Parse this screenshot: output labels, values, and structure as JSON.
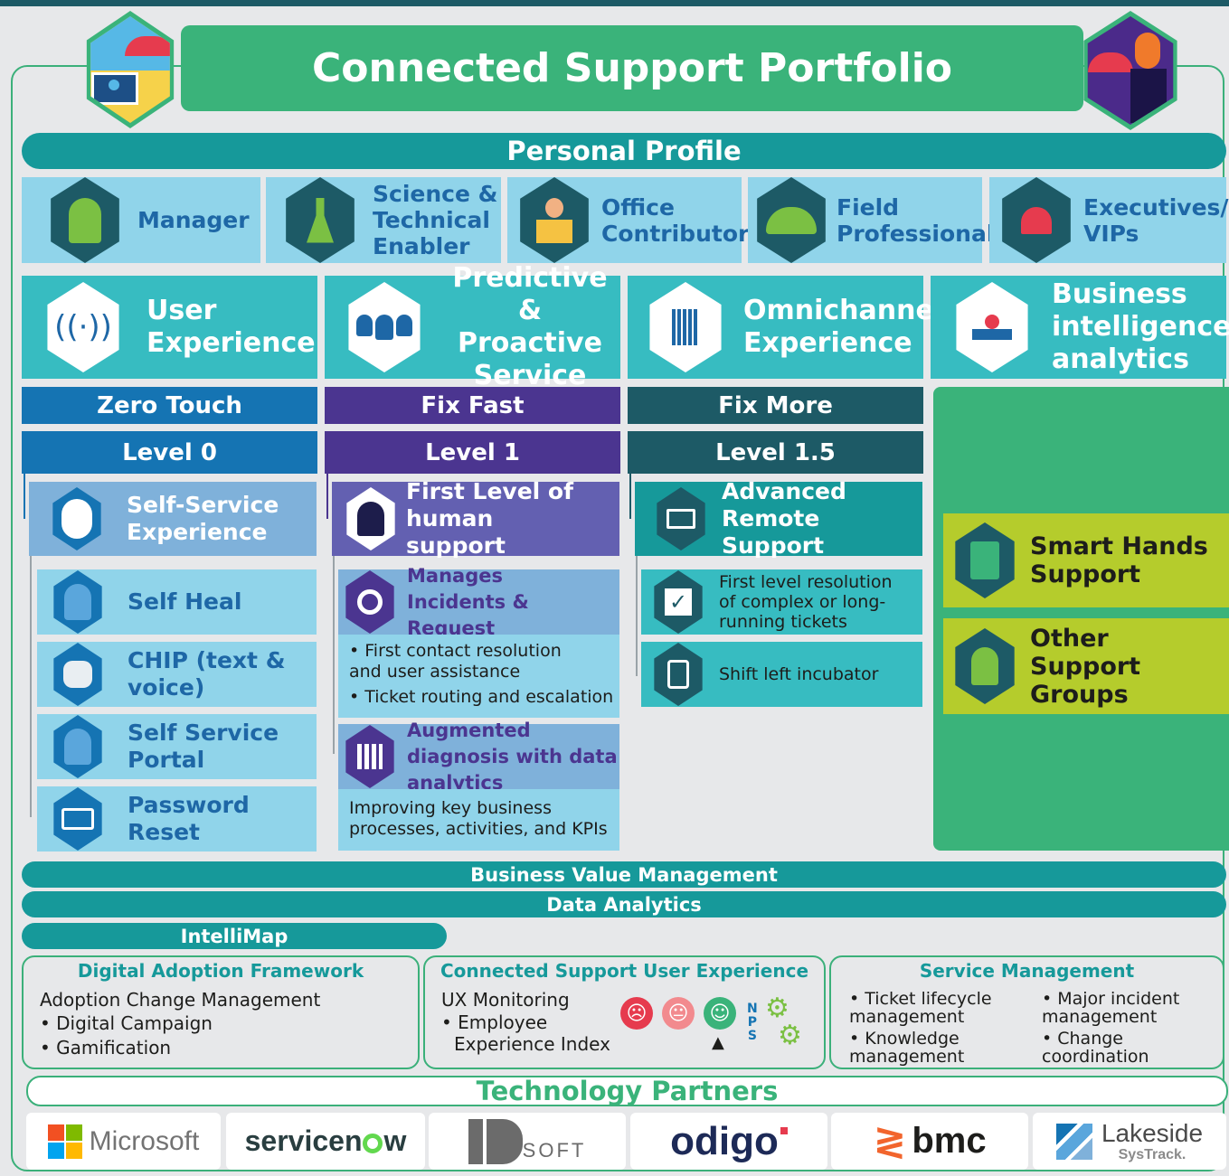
{
  "header": {
    "title": "Connected Support Portfolio"
  },
  "personal_profile": {
    "title": "Personal Profile",
    "items": [
      {
        "label": "Manager",
        "icon": "manager-icon"
      },
      {
        "label": "Science & Technical Enabler",
        "icon": "flask-icon"
      },
      {
        "label": "Office Contributor",
        "icon": "office-worker-icon"
      },
      {
        "label": "Field Professional",
        "icon": "hard-hat-icon"
      },
      {
        "label": "Executives/ VIPs",
        "icon": "alarm-light-icon"
      }
    ]
  },
  "capabilities": [
    {
      "label": "User Experience",
      "icon": "antenna-icon"
    },
    {
      "label": "Predictive & Proactive Service",
      "icon": "people-group-icon"
    },
    {
      "label": "Omnichannel Experience",
      "icon": "building-signal-icon"
    },
    {
      "label": "Business intelligence analytics",
      "icon": "meeting-icon"
    }
  ],
  "columns": {
    "zero_touch": {
      "header": "Zero Touch",
      "level": "Level 0",
      "tier": "Self-Service Experience",
      "items": [
        "Self Heal",
        "CHIP (text & voice)",
        "Self Service Portal",
        "Password Reset"
      ]
    },
    "fix_fast": {
      "header": "Fix Fast",
      "level": "Level 1",
      "tier": "First Level of human support",
      "sub1": "Manages Incidents & Request",
      "bullets": [
        "• First contact resolution and user assistance",
        "• Ticket routing and escalation"
      ],
      "sub2": "Augmented diagnosis with data analytics",
      "note": "Improving key business processes, activities, and KPIs"
    },
    "fix_more": {
      "header": "Fix More",
      "level": "Level 1.5",
      "tier": "Advanced Remote Support",
      "items": [
        "First level resolution of complex or long-running tickets",
        "Shift left incubator"
      ]
    },
    "other": {
      "items": [
        "Smart Hands Support",
        "Other Support Groups"
      ]
    }
  },
  "bands": {
    "bvm": "Business Value Management",
    "analytics": "Data Analytics",
    "intellimap": "IntelliMap"
  },
  "boxes": {
    "daf": {
      "title": "Digital Adoption Framework",
      "lines": [
        "Adoption Change Management",
        "• Digital Campaign",
        "• Gamification"
      ]
    },
    "csux": {
      "title": "Connected Support User Experience",
      "lines": [
        "UX Monitoring",
        "• Employee",
        "Experience Index"
      ],
      "nps": [
        "N",
        "P",
        "S"
      ]
    },
    "sm": {
      "title": "Service Management",
      "col1": [
        "• Ticket lifecycle",
        "management",
        "• Knowledge",
        "management"
      ],
      "col2": [
        "• Major incident",
        "management",
        "• Change",
        "coordination"
      ]
    }
  },
  "partners": {
    "title": "Technology Partners",
    "logos": {
      "microsoft": "Microsoft",
      "servicenow_a": "servicen",
      "servicenow_b": "w",
      "ipsoft": "SOFT",
      "odigo": "odigo",
      "bmc": "bmc",
      "lakeside": "Lakeside",
      "systrack": "SysTrack."
    }
  }
}
